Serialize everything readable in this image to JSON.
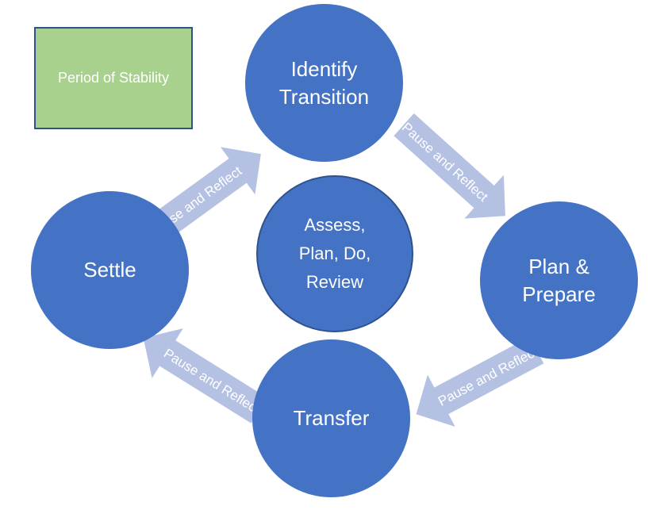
{
  "legend": {
    "label": "Period of Stability",
    "color": "#a9d18e"
  },
  "nodes": {
    "identify": "Identify\nTransition",
    "plan": "Plan &\nPrepare",
    "transfer": "Transfer",
    "settle": "Settle",
    "center": "Assess,\nPlan, Do,\nReview"
  },
  "arrows": [
    {
      "from": "Identify Transition",
      "to": "Plan & Prepare",
      "label": "Pause and Reflect"
    },
    {
      "from": "Plan & Prepare",
      "to": "Transfer",
      "label": "Pause and Reflect"
    },
    {
      "from": "Transfer",
      "to": "Settle",
      "label": "Pause and Reflect"
    },
    {
      "from": "Settle",
      "to": "Identify Transition",
      "label": "Pause and Reflect"
    }
  ],
  "colors": {
    "node": "#4472c4",
    "arrow": "#b4c1e3",
    "outline": "#2f528f"
  }
}
